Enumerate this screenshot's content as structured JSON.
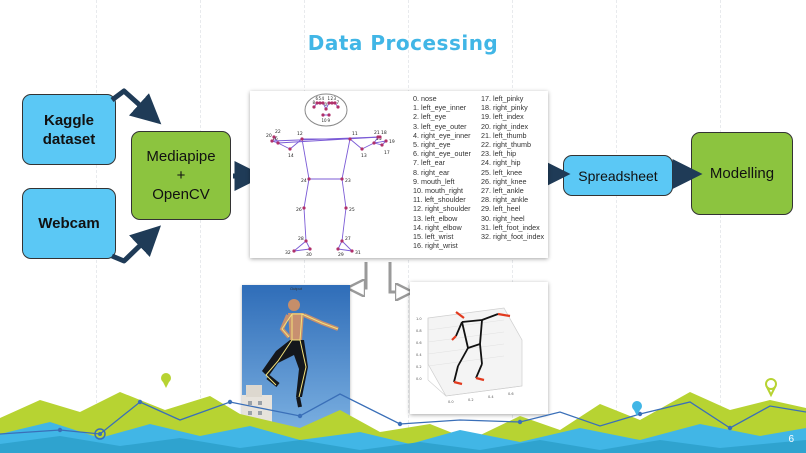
{
  "slide": {
    "title": "Data Processing",
    "page_number": "6"
  },
  "boxes": {
    "kaggle": "Kaggle dataset",
    "webcam": "Webcam",
    "mediapipe_line1": "Mediapipe",
    "mediapipe_line2": "+",
    "mediapipe_line3": "OpenCV",
    "spreadsheet": "Spreadsheet",
    "modelling": "Modelling"
  },
  "pose_diagram": {
    "landmarks_col1": [
      "0. nose",
      "1. left_eye_inner",
      "2. left_eye",
      "3. left_eye_outer",
      "4. right_eye_inner",
      "5. right_eye",
      "6. right_eye_outer",
      "7. left_ear",
      "8. right_ear",
      "9. mouth_left",
      "10. mouth_right",
      "11. left_shoulder",
      "12. right_shoulder",
      "13. left_elbow",
      "14. right_elbow",
      "15. left_wrist",
      "16. right_wrist"
    ],
    "landmarks_col2": [
      "17. left_pinky",
      "18. right_pinky",
      "19. left_index",
      "20. right_index",
      "21. left_thumb",
      "22. right_thumb",
      "23. left_hip",
      "24. right_hip",
      "25. left_knee",
      "26. right_knee",
      "27. left_ankle",
      "28. right_ankle",
      "29. left_heel",
      "30. right_heel",
      "31. left_foot_index",
      "32. right_foot_index"
    ],
    "point_labels": {
      "p0": "0",
      "p1": "1",
      "p2": "2",
      "p3": "3",
      "p4": "4",
      "p5": "5",
      "p6": "6",
      "p7": "7",
      "p8": "8",
      "p9": "9",
      "p10": "10",
      "p11": "11",
      "p12": "12",
      "p13": "13",
      "p14": "14",
      "p15": "15",
      "p16": "16",
      "p17": "17",
      "p18": "18",
      "p19": "19",
      "p20": "20",
      "p21": "21",
      "p22": "22",
      "p23": "23",
      "p24": "24",
      "p25": "25",
      "p26": "26",
      "p27": "27",
      "p28": "28",
      "p29": "29",
      "p30": "30",
      "p31": "31",
      "p32": "32"
    }
  },
  "photo": {
    "caption": "Output"
  },
  "colors": {
    "title": "#41b6e6",
    "blue_box": "#5bc8f5",
    "green_box": "#8cc43f",
    "arrow": "#1f3b57",
    "skeleton": "#7b5bd6",
    "joint": "#b0306a"
  }
}
